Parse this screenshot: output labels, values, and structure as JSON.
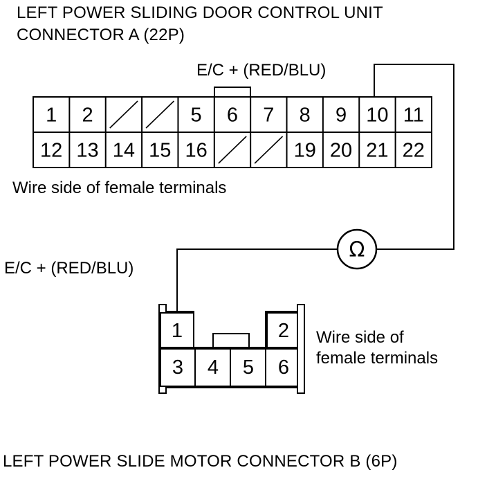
{
  "connector_a": {
    "title_line1": "LEFT POWER SLIDING DOOR CONTROL UNIT",
    "title_line2": "CONNECTOR A (22P)",
    "probe_label": "E/C +  (RED/BLU)",
    "side_label": "Wire side of female terminals",
    "row1": [
      "1",
      "2",
      "",
      "",
      "5",
      "6",
      "7",
      "8",
      "9",
      "10",
      "11"
    ],
    "row2": [
      "12",
      "13",
      "14",
      "15",
      "16",
      "",
      "",
      "19",
      "20",
      "21",
      "22"
    ]
  },
  "meter": {
    "symbol": "Ω",
    "icon": "ohmmeter-icon"
  },
  "connector_b": {
    "probe_label": "E/C +  (RED/BLU)",
    "side_label_line1": "Wire side of",
    "side_label_line2": "female terminals",
    "title": "LEFT POWER SLIDE MOTOR CONNECTOR B (6P)",
    "pins": {
      "p1": "1",
      "p2": "2",
      "p3": "3",
      "p4": "4",
      "p5": "5",
      "p6": "6"
    }
  }
}
